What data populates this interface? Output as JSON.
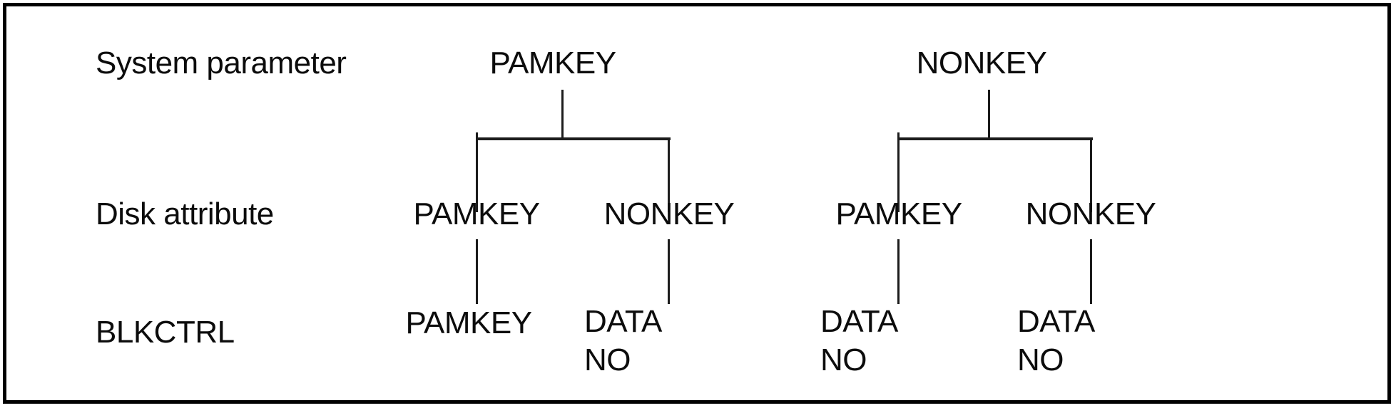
{
  "figure": {
    "row_labels": {
      "system_parameter": "System parameter",
      "disk_attribute": "Disk attribute",
      "blkctrl": "BLKCTRL"
    },
    "trees": [
      {
        "root": "PAMKEY",
        "children": [
          {
            "disk_attribute": "PAMKEY",
            "blkctrl": [
              "PAMKEY"
            ]
          },
          {
            "disk_attribute": "NONKEY",
            "blkctrl": [
              "DATA",
              "NO"
            ]
          }
        ]
      },
      {
        "root": "NONKEY",
        "children": [
          {
            "disk_attribute": "PAMKEY",
            "blkctrl": [
              "DATA",
              "NO"
            ]
          },
          {
            "disk_attribute": "NONKEY",
            "blkctrl": [
              "DATA",
              "NO"
            ]
          }
        ]
      }
    ],
    "colors": {
      "line": "#1c1c1c",
      "text": "#0c0c0c",
      "background": "#ffffff",
      "border": "#000000"
    }
  }
}
